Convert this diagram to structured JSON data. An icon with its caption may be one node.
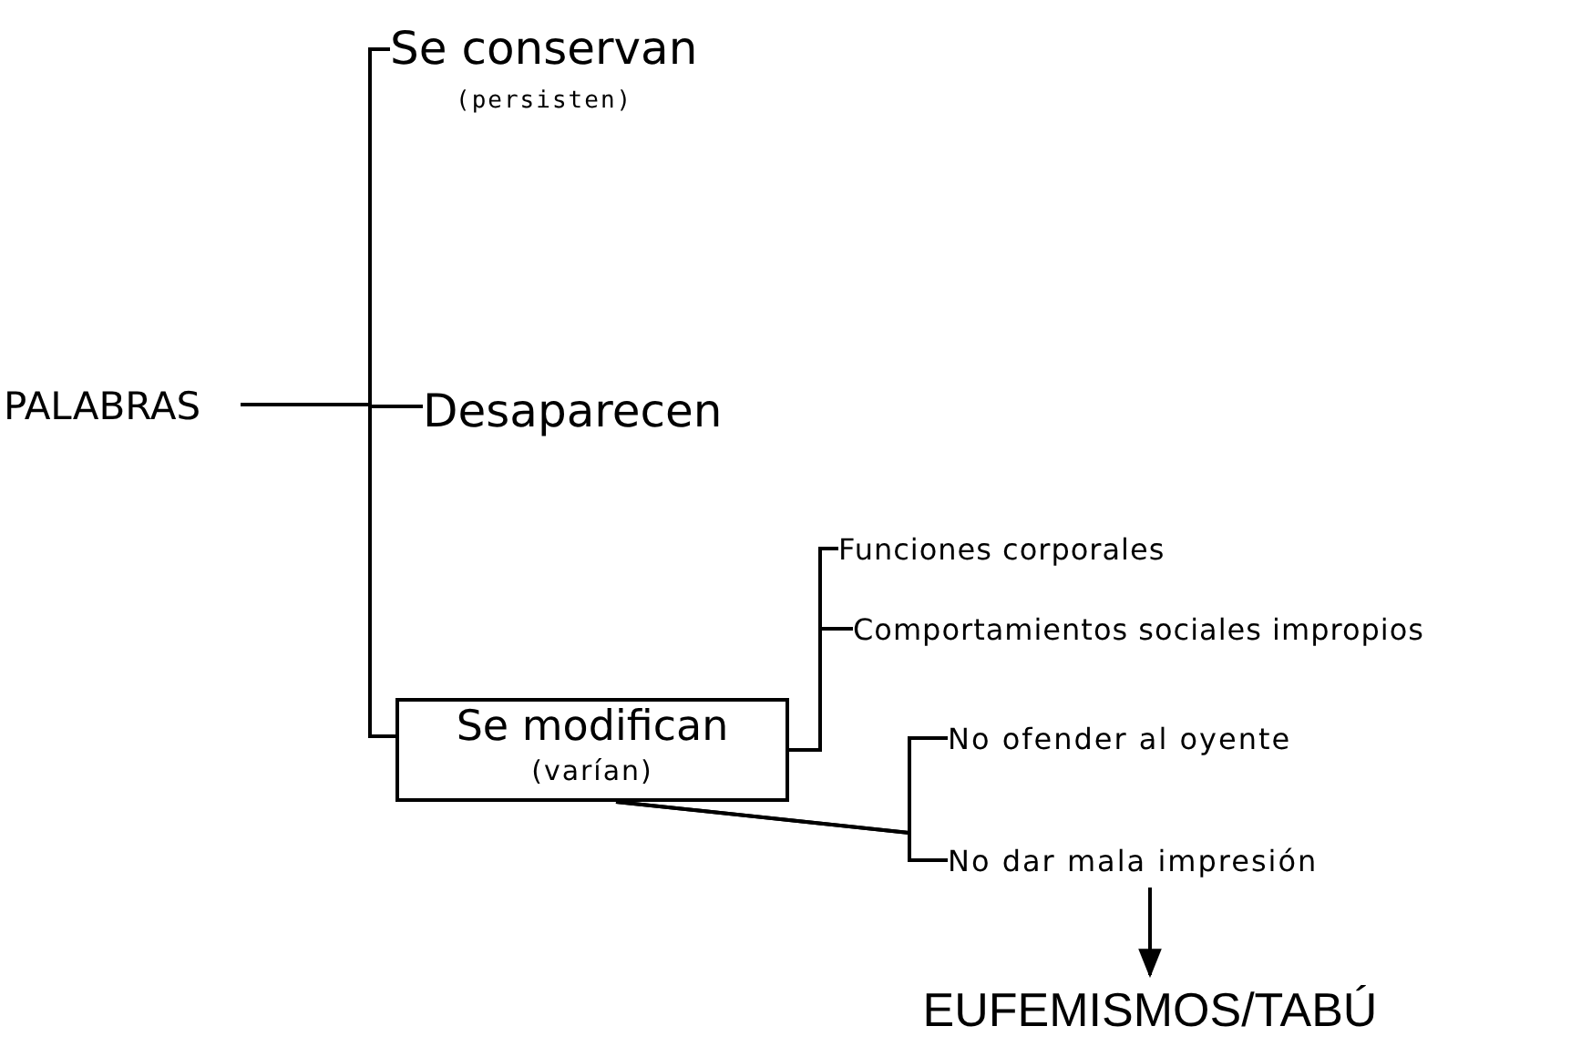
{
  "diagram": {
    "nodes": [
      {
        "text": [
          "PALABRAS"
        ]
      },
      {
        "text": [
          "Se conservan",
          "(persisten)"
        ]
      },
      {
        "text": [
          "Desaparecen"
        ]
      },
      {
        "text": [
          "Se modifican",
          "(varían)"
        ]
      },
      {
        "text": [
          "Funciones corporales"
        ]
      },
      {
        "text": [
          "Comportamientos sociales impropios"
        ]
      },
      {
        "text": [
          "No ofender al oyente"
        ]
      },
      {
        "text": [
          "No dar mala impresión"
        ]
      },
      {
        "text": [
          "EUFEMISMOS/TABÚ"
        ]
      }
    ],
    "edges": [
      {
        "from": 0,
        "to": 1,
        "arrow": "none"
      },
      {
        "from": 0,
        "to": 2,
        "arrow": "none"
      },
      {
        "from": 0,
        "to": 3,
        "arrow": "none"
      },
      {
        "from": 3,
        "to": 4,
        "arrow": "none"
      },
      {
        "from": 3,
        "to": 5,
        "arrow": "none"
      },
      {
        "from": 3,
        "to": 6,
        "arrow": "none"
      },
      {
        "from": 3,
        "to": 7,
        "arrow": "none"
      },
      {
        "from": 7,
        "to": 8,
        "arrow": "to"
      }
    ]
  }
}
